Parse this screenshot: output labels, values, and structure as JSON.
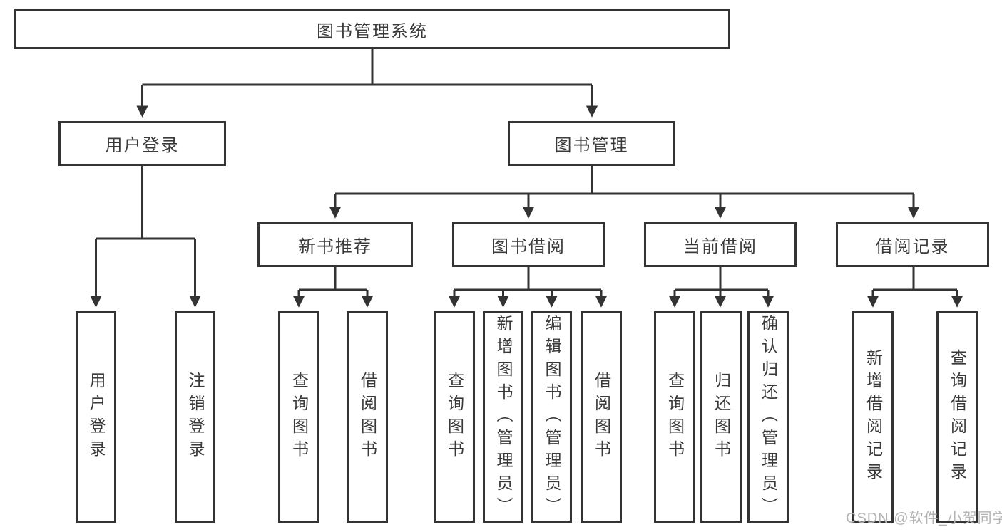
{
  "diagram": {
    "root": {
      "label": "图书管理系统"
    },
    "branches": [
      {
        "label": "用户登录",
        "children": [
          {
            "label": "用户登录"
          },
          {
            "label": "注销登录"
          }
        ]
      },
      {
        "label": "图书管理",
        "children": [
          {
            "label": "新书推荐",
            "children": [
              {
                "label": "查询图书"
              },
              {
                "label": "借阅图书"
              }
            ]
          },
          {
            "label": "图书借阅",
            "children": [
              {
                "label": "查询图书"
              },
              {
                "label": "新增图书（管理员）"
              },
              {
                "label": "编辑图书（管理员）"
              },
              {
                "label": "借阅图书"
              }
            ]
          },
          {
            "label": "当前借阅",
            "children": [
              {
                "label": "查询图书"
              },
              {
                "label": "归还图书"
              },
              {
                "label": "确认归还（管理员）"
              }
            ]
          },
          {
            "label": "借阅记录",
            "children": [
              {
                "label": "新增借阅记录"
              },
              {
                "label": "查询借阅记录"
              }
            ]
          }
        ]
      }
    ],
    "watermark": "CSDN @软件_小贺同学",
    "colors": {
      "line": "#333333",
      "box_fill": "#ffffff",
      "text": "#3a3a3a",
      "watermark": "#b3b3b3"
    }
  }
}
